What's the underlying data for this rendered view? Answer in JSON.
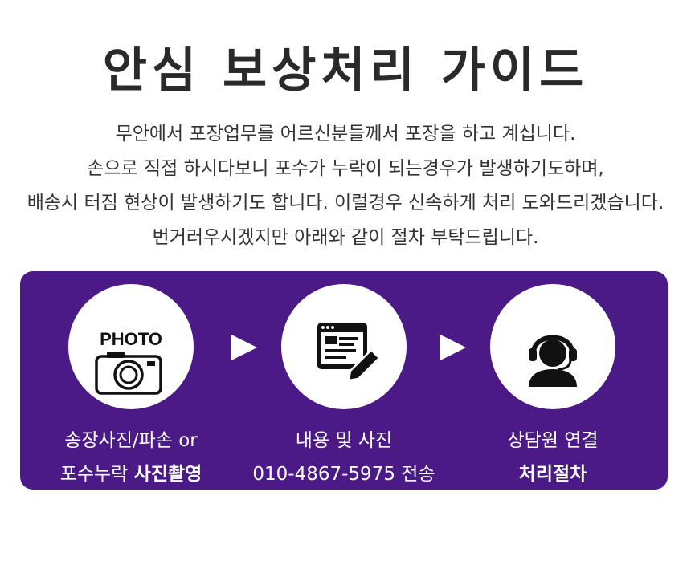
{
  "title": "안심 보상처리 가이드",
  "description": [
    "무안에서 포장업무를 어르신분들께서 포장을 하고 계십니다.",
    "손으로 직접 하시다보니 포수가 누락이 되는경우가 발생하기도하며,",
    "배송시 터짐 현상이 발생하기도 합니다. 이럴경우 신속하게 처리 도와드리겠습니다.",
    "번거러우시겠지만 아래와 같이 절차 부탁드립니다."
  ],
  "colors": {
    "panel": "#4b1a86",
    "circle": "#ffffff",
    "text": "#2b2b2b"
  },
  "steps": [
    {
      "icon": "camera-icon",
      "icon_text": "PHOTO",
      "line1": "송장사진/파손 or",
      "line2_normal": "포수누락 ",
      "line2_bold": "사진촬영"
    },
    {
      "icon": "document-edit-icon",
      "line1": "내용 및 사진",
      "line2_normal": "010-4867-5975 전송",
      "line2_bold": ""
    },
    {
      "icon": "headset-agent-icon",
      "line1": "상담원 연결",
      "line2_normal": "",
      "line2_bold": "처리절차"
    }
  ]
}
